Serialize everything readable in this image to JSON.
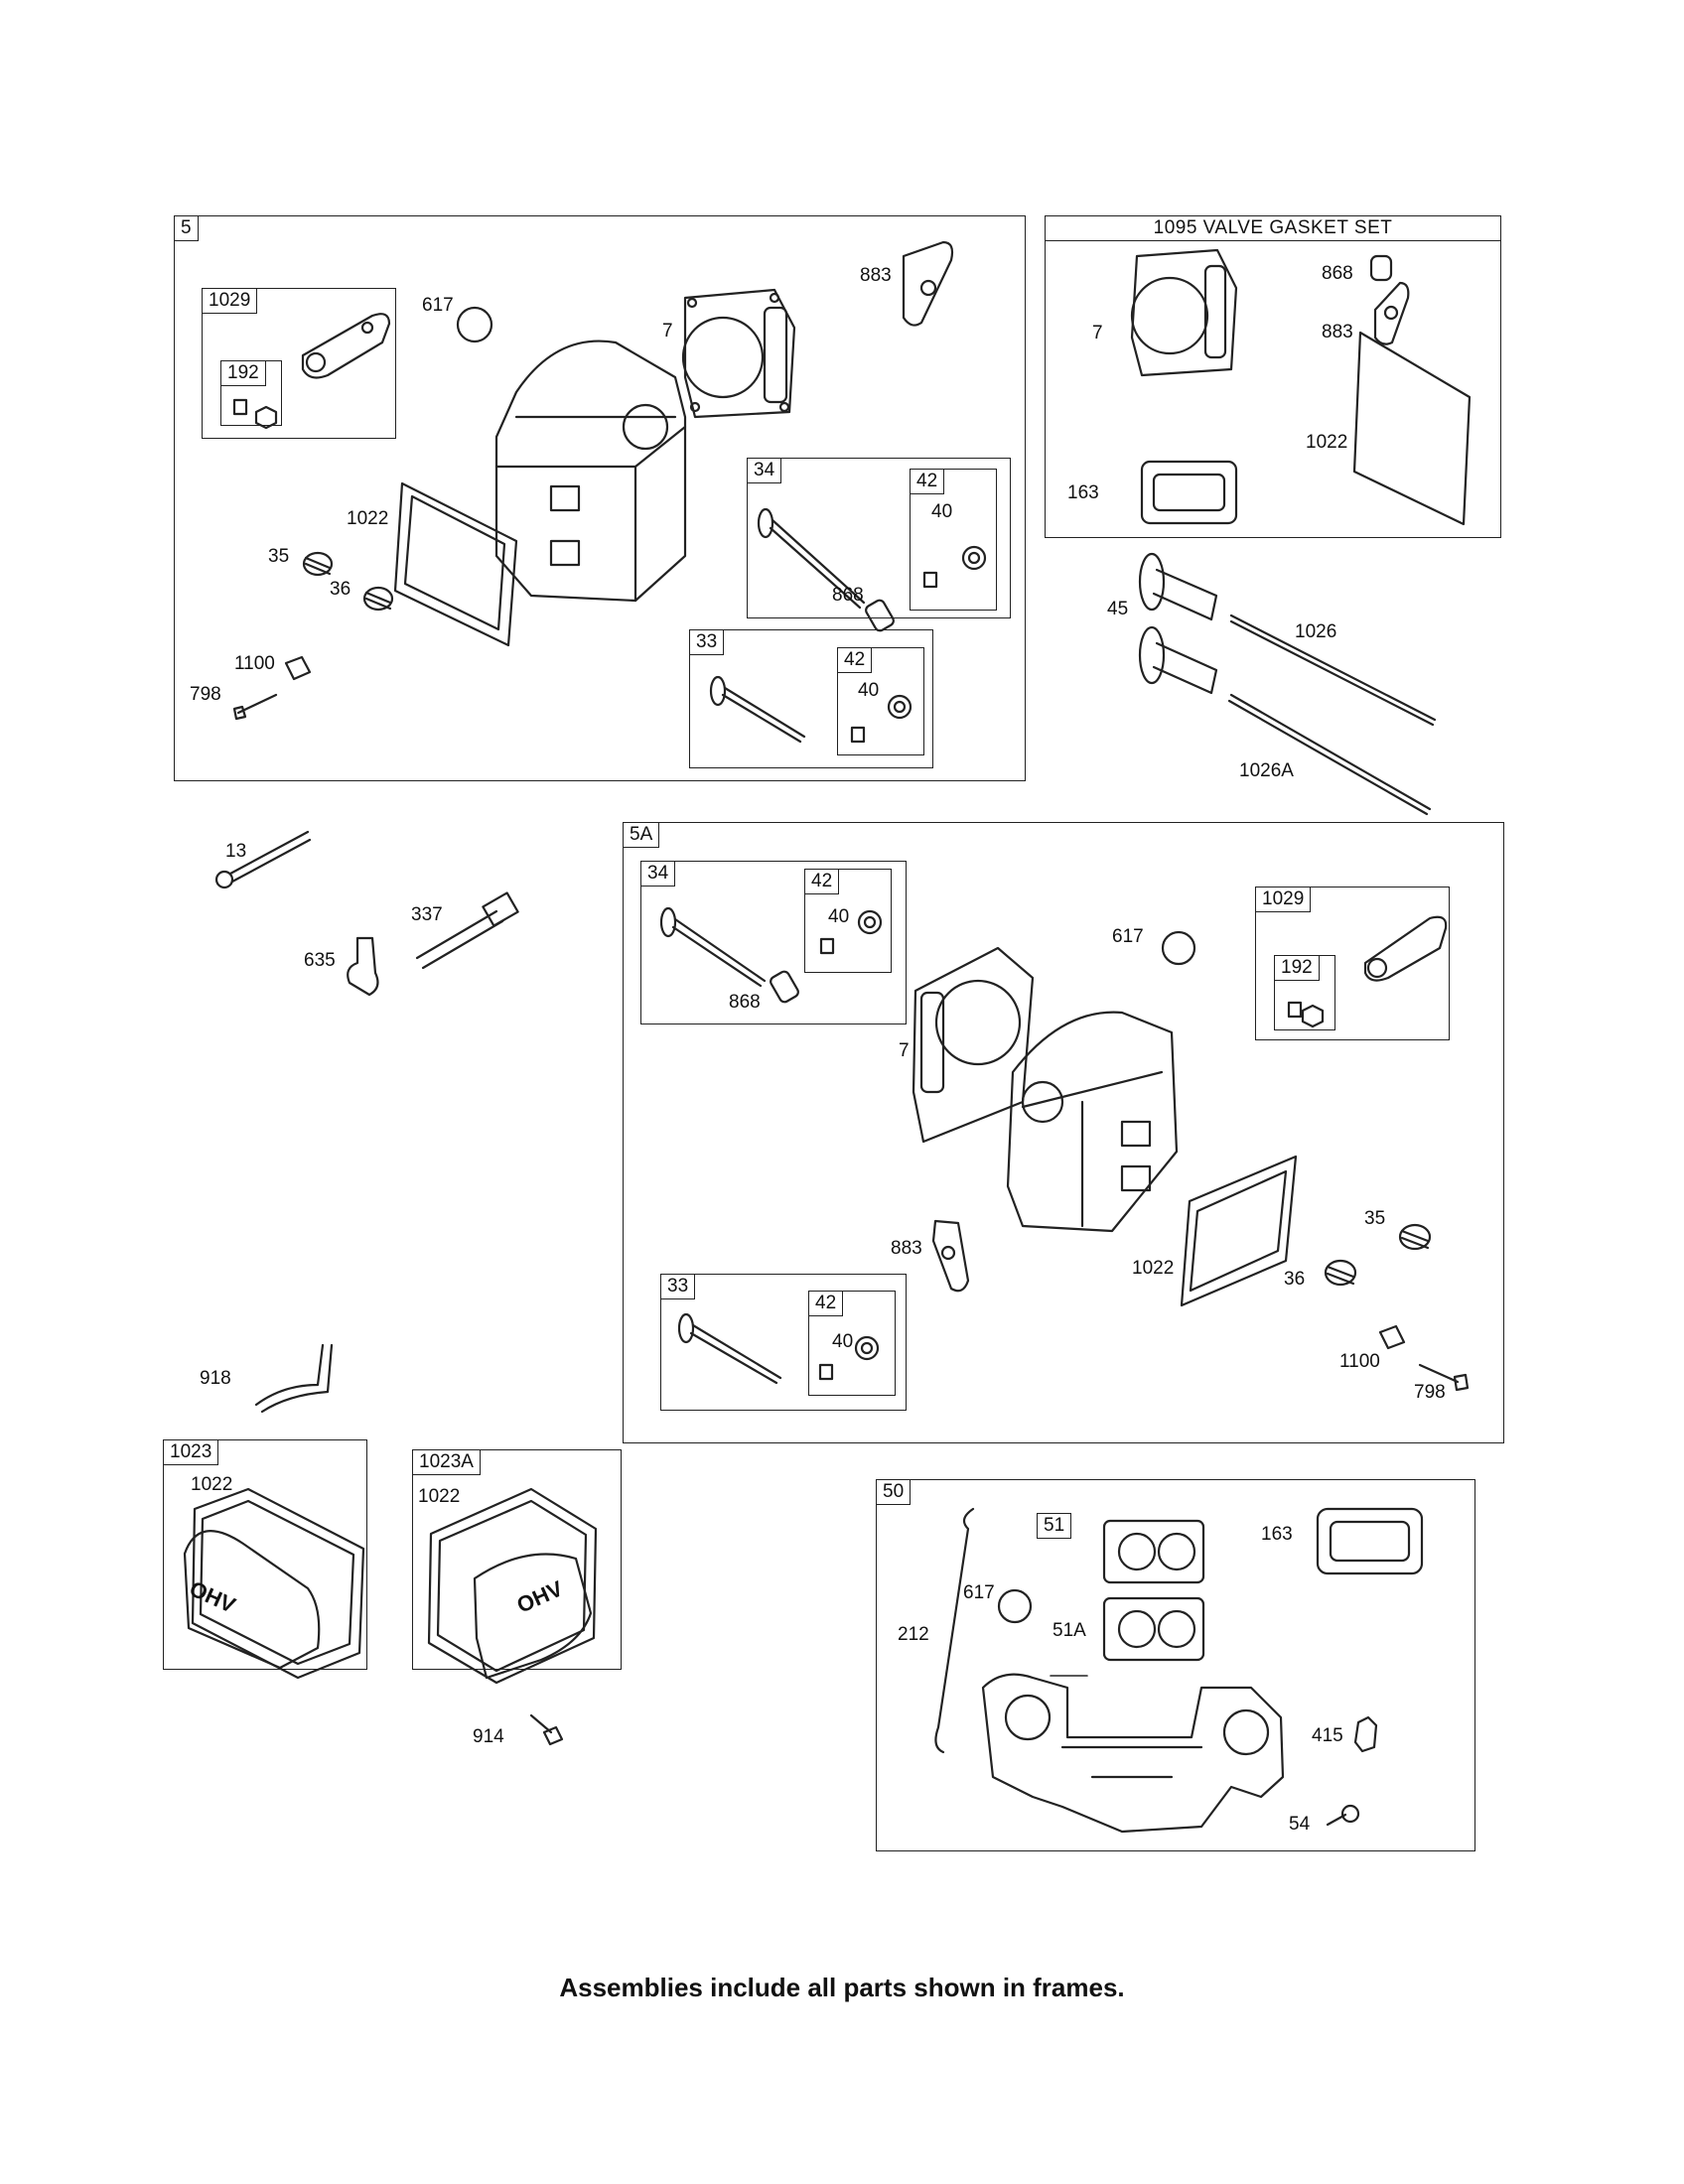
{
  "frames": {
    "f5": "5",
    "f1029a": "1029",
    "f192a": "192",
    "f34a": "34",
    "f42a": "42",
    "f33a": "33",
    "f42b": "42",
    "f1095": "1095 VALVE GASKET SET",
    "f5A": "5A",
    "f34b": "34",
    "f42c": "42",
    "f1029b": "1029",
    "f192b": "192",
    "f33b": "33",
    "f42d": "42",
    "f1023": "1023",
    "f1023A": "1023A",
    "f50": "50",
    "f51": "51"
  },
  "labels": {
    "l617a": "617",
    "l883a": "883",
    "l7a": "7",
    "l1022a": "1022",
    "l35a": "35",
    "l36a": "36",
    "l1100a": "1100",
    "l798a": "798",
    "l40a": "40",
    "l868a": "868",
    "l40b": "40",
    "l868v": "868",
    "l7v": "7",
    "l883v": "883",
    "l1022v": "1022",
    "l163v": "163",
    "l45": "45",
    "l1026": "1026",
    "l1026A": "1026A",
    "l13": "13",
    "l337": "337",
    "l635": "635",
    "l40c": "40",
    "l868b": "868",
    "l617b": "617",
    "l7b": "7",
    "l883b": "883",
    "l1022b": "1022",
    "l35b": "35",
    "l36b": "36",
    "l1100b": "1100",
    "l798b": "798",
    "l40d": "40",
    "l918": "918",
    "l1022c": "1022",
    "l1022d": "1022",
    "l914": "914",
    "l212": "212",
    "l617c": "617",
    "l51A": "51A",
    "l163b": "163",
    "l415": "415",
    "l54": "54"
  },
  "cover_logo": "OHV",
  "footer": "Assemblies include all parts shown in frames."
}
